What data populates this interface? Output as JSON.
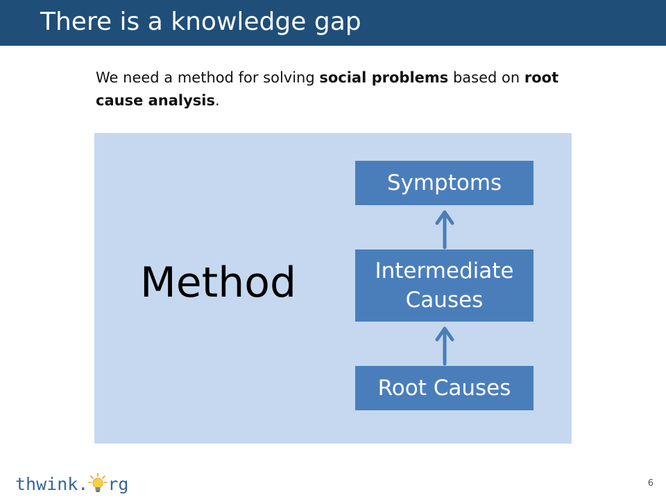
{
  "header": {
    "title": "There is a knowledge gap"
  },
  "subtitle": {
    "part1": "We need a method for solving ",
    "bold1": "social problems",
    "part2": " based on ",
    "bold2": "root cause analysis",
    "part3": "."
  },
  "diagram": {
    "method_label": "Method",
    "boxes": {
      "symptoms": "Symptoms",
      "intermediate_line1": "Intermediate",
      "intermediate_line2": "Causes",
      "root": "Root Causes"
    },
    "colors": {
      "panel": "#c5d8ef",
      "box": "#4a7ebb",
      "arrow": "#4a7ebb"
    }
  },
  "footer": {
    "logo_left": "thwink.",
    "logo_right": "rg",
    "page_number": "6"
  }
}
